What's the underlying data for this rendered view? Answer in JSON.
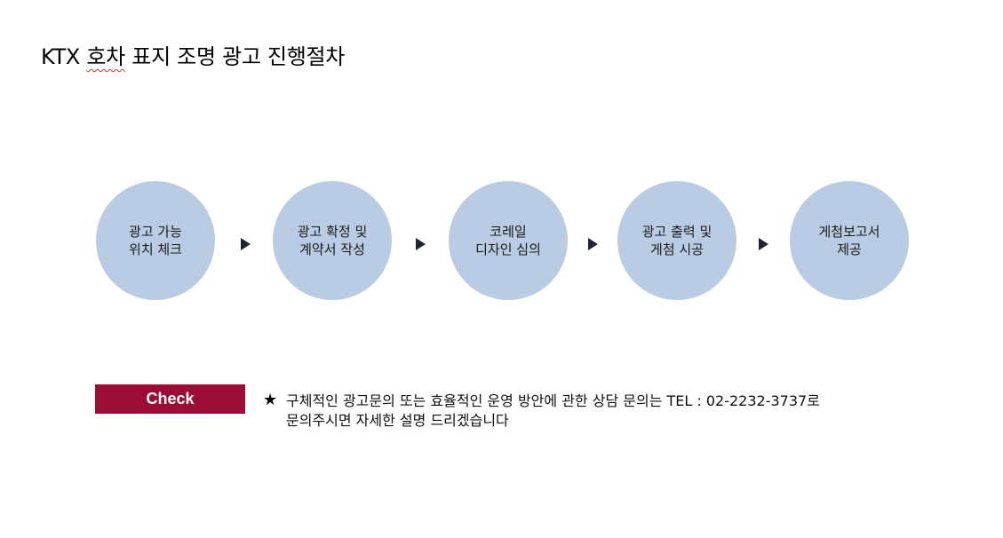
{
  "title": {
    "prefix": "KTX ",
    "underlined": "호차",
    "suffix": " 표지 조명 광고 진행절차"
  },
  "steps": [
    {
      "line1": "광고 가능",
      "line2": "위치 체크"
    },
    {
      "line1": "광고 확정 및",
      "line2": "계약서 작성"
    },
    {
      "line1": "코레일",
      "line2": "디자인 심의"
    },
    {
      "line1": "광고 출력 및",
      "line2": "게첨 시공"
    },
    {
      "line1": "게첨보고서",
      "line2": "제공"
    }
  ],
  "check": {
    "label": "Check",
    "star": "★",
    "line1": "구체적인 광고문의 또는 효율적인 운영 방안에 관한  상담 문의는  TEL : 02-2232-3737로",
    "line2": "문의주시면 자세한 설명 드리겠습니다"
  },
  "colors": {
    "circle": "#b9cce3",
    "arrow": "#1f2430",
    "check_bg": "#9b0d35"
  },
  "icons": {
    "arrow": "right-triangle-icon",
    "star": "star-icon"
  }
}
